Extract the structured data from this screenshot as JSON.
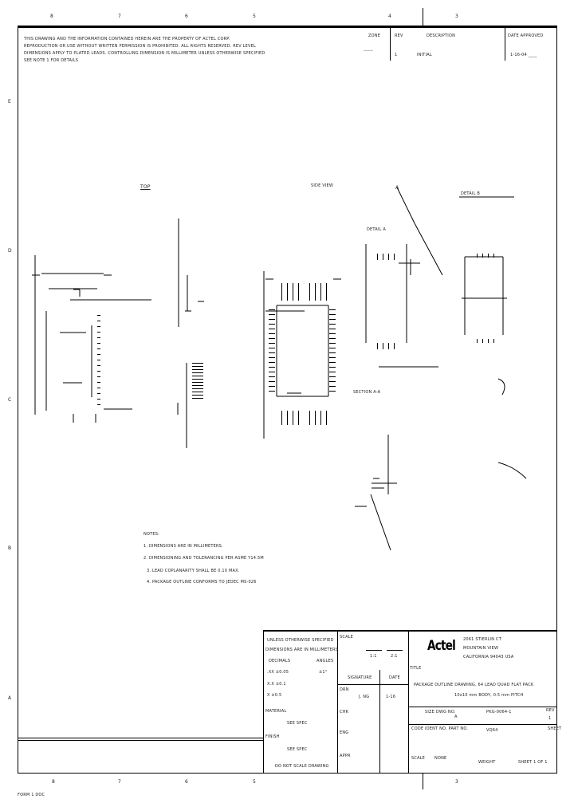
{
  "sheet": {
    "zones_top": [
      "8",
      "7",
      "6",
      "5",
      "4",
      "3"
    ],
    "zones_bottom": [
      "8",
      "7",
      "6",
      "5",
      "4",
      "3"
    ],
    "zones_left": [
      "E",
      "D",
      "C",
      "B",
      "A"
    ],
    "footer_doc": "FORM 1 DOC"
  },
  "notes_header": [
    "THIS DRAWING AND THE INFORMATION CONTAINED HEREIN ARE THE PROPERTY OF ACTEL CORP.",
    "REPRODUCTION OR USE WITHOUT WRITTEN PERMISSION IS PROHIBITED. ALL RIGHTS RESERVED. REV LEVEL",
    "DIMENSIONS APPLY TO PLATED LEADS. CONTROLLING DIMENSION IS MILLIMETER UNLESS OTHERWISE SPECIFIED",
    "SEE NOTE 1 FOR DETAILS"
  ],
  "revision_block": {
    "headers": {
      "zone": "ZONE",
      "rev": "REV",
      "description": "DESCRIPTION",
      "date_approved": "DATE    APPROVED"
    },
    "row": {
      "zone": "------",
      "rev": "1",
      "description": "INITIAL",
      "date_approved": "1-16-04  ____"
    }
  },
  "views": {
    "top_view": "TOP",
    "side_view": "SIDE VIEW",
    "detail_a": "DETAIL A",
    "section": "SECTION A-A",
    "detail_b": "DETAIL B",
    "label_a": "A"
  },
  "notes": [
    "NOTES:",
    "1. DIMENSIONS ARE IN MILLIMETERS.",
    "2. DIMENSIONING AND TOLERANCING PER ASME Y14.5M",
    "3. LEAD COPLANARITY SHALL BE 0.10 MAX.",
    "4. PACKAGE OUTLINE CONFORMS TO JEDEC MS-026"
  ],
  "title_block": {
    "tolerances": {
      "line1": "UNLESS OTHERWISE SPECIFIED",
      "line2": "DIMENSIONS ARE IN MILLIMETERS",
      "r1_label": "DECIMALS",
      "r1_value": "ANGLES",
      "r2_label": ".XX  ±0.05",
      "r2_value": "±1°",
      "r3_label": "X.X  ±0.1",
      "r4_label": "X  ±0.5",
      "material_label": "MATERIAL",
      "material_value": "SEE SPEC",
      "finish_label": "FINISH",
      "finish_value": "SEE SPEC",
      "do_not_scale": "DO NOT SCALE DRAWING"
    },
    "scale_block": {
      "label": "SCALE",
      "v1": "1:1",
      "v2": "2:1"
    },
    "approvals": {
      "col_name": "SIGNATURE",
      "col_date": "DATE",
      "drawn_label": "DRN",
      "drawn_value": "J. NG",
      "drawn_date": "1-16",
      "check_label": "CHK",
      "eng_label": "ENG",
      "appr_label": "APPR"
    },
    "company": {
      "logo": "Actel",
      "address1": "2061 STIERLIN CT",
      "address2": "MOUNTAIN VIEW",
      "address3": "CALIFORNIA 94043 USA"
    },
    "title_label": "TITLE",
    "title_line1": "PACKAGE OUTLINE DRAWING, 64 LEAD QUAD FLAT PACK",
    "title_line2": "10x10 mm BODY, 0.5 mm PITCH",
    "size_label": "SIZE   DWG NO.",
    "size_value": "A",
    "dwg_no": "PKG-0064-1",
    "rev_label": "REV",
    "rev_value": "1",
    "code_label": "CODE IDENT NO.   PART NO.",
    "part_no": "VQ64",
    "sheet_label": "SHEET",
    "sheet_value": "1 OF 1",
    "scale_label": "SCALE",
    "scale_value": "NONE",
    "weight_label": "WEIGHT",
    "sheet_of": "SHEET 1 OF 1"
  }
}
